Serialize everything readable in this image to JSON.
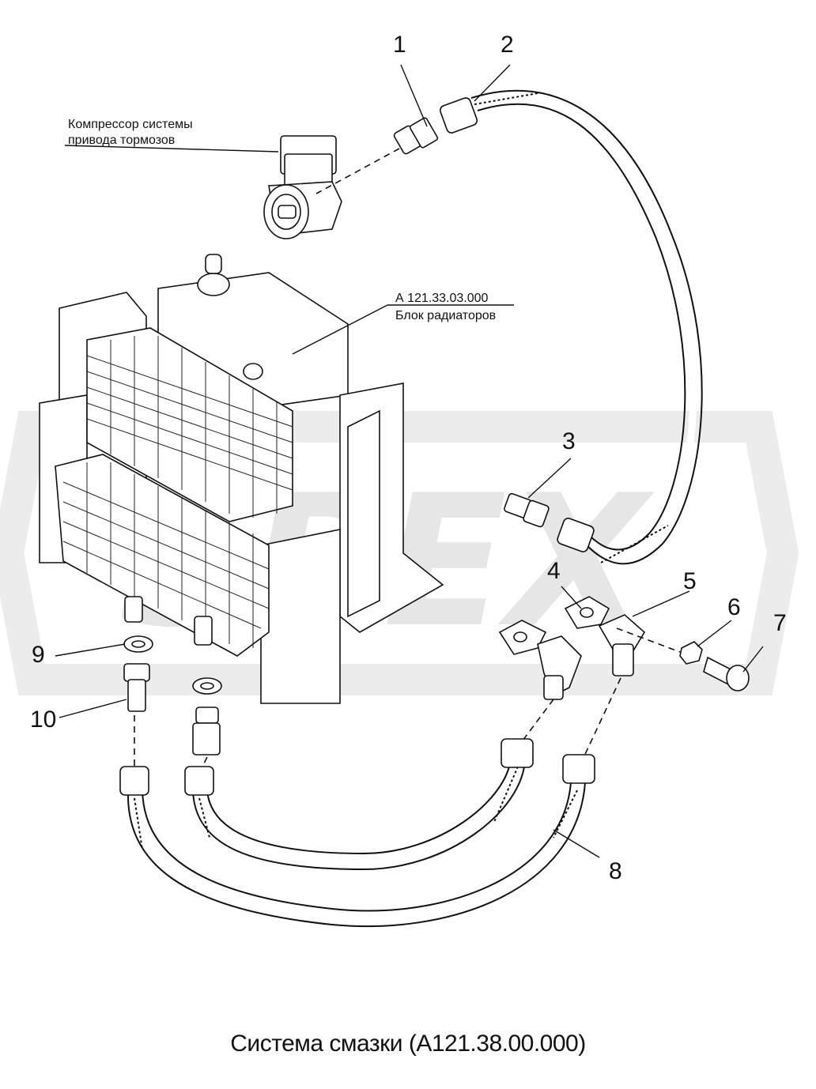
{
  "diagram": {
    "caption": "Система смазки (А121.38.00.000)",
    "watermark": "SPEX",
    "annotations": {
      "compressor_line1": "Компрессор системы",
      "compressor_line2": "привода тормозов",
      "radiator_code": "А 121.33.03.000",
      "radiator_name": "Блок радиаторов"
    },
    "callouts": [
      "1",
      "2",
      "3",
      "4",
      "5",
      "6",
      "7",
      "8",
      "9",
      "10"
    ]
  }
}
